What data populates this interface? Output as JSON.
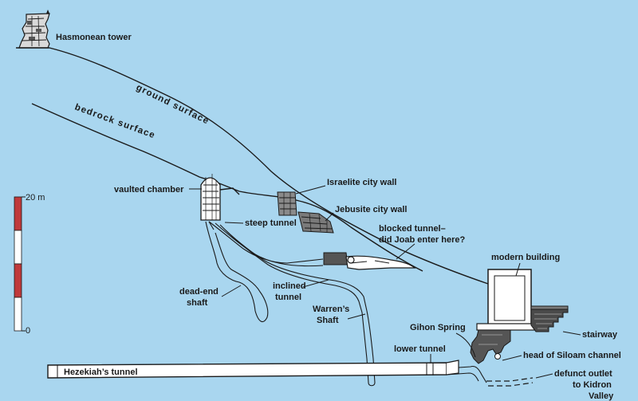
{
  "labels": {
    "hasmonean_tower": "Hasmonean tower",
    "ground_surface": "ground surface",
    "bedrock_surface": "bedrock surface",
    "vaulted_chamber": "vaulted chamber",
    "israelite_city_wall": "Israelite city wall",
    "jebusite_city_wall": "Jebusite city wall",
    "steep_tunnel": "steep tunnel",
    "blocked_tunnel_line1": "blocked tunnel–",
    "blocked_tunnel_line2": "did Joab enter here?",
    "modern_building": "modern building",
    "dead_end_shaft_line1": "dead-end",
    "dead_end_shaft_line2": "shaft",
    "inclined_tunnel_line1": "inclined",
    "inclined_tunnel_line2": "tunnel",
    "warrens_shaft_line1": "Warren’s",
    "warrens_shaft_line2": "Shaft",
    "stairway": "stairway",
    "gihon_spring": "Gihon Spring",
    "lower_tunnel": "lower tunnel",
    "head_of_siloam_channel": "head of Siloam channel",
    "hezekiahs_tunnel": "Hezekiah’s tunnel",
    "defunct_outlet_line1": "defunct outlet",
    "defunct_outlet_line2": "to Kidron",
    "defunct_outlet_line3": "Valley"
  },
  "scale_bar": {
    "top_label": "20 m",
    "bottom_label": "0",
    "colors": [
      "#c0393b",
      "#ffffff",
      "#c0393b",
      "#ffffff"
    ]
  },
  "colors": {
    "background": "#a9d6ef",
    "ink": "#1a1a1a",
    "scale_red": "#c0393b"
  }
}
